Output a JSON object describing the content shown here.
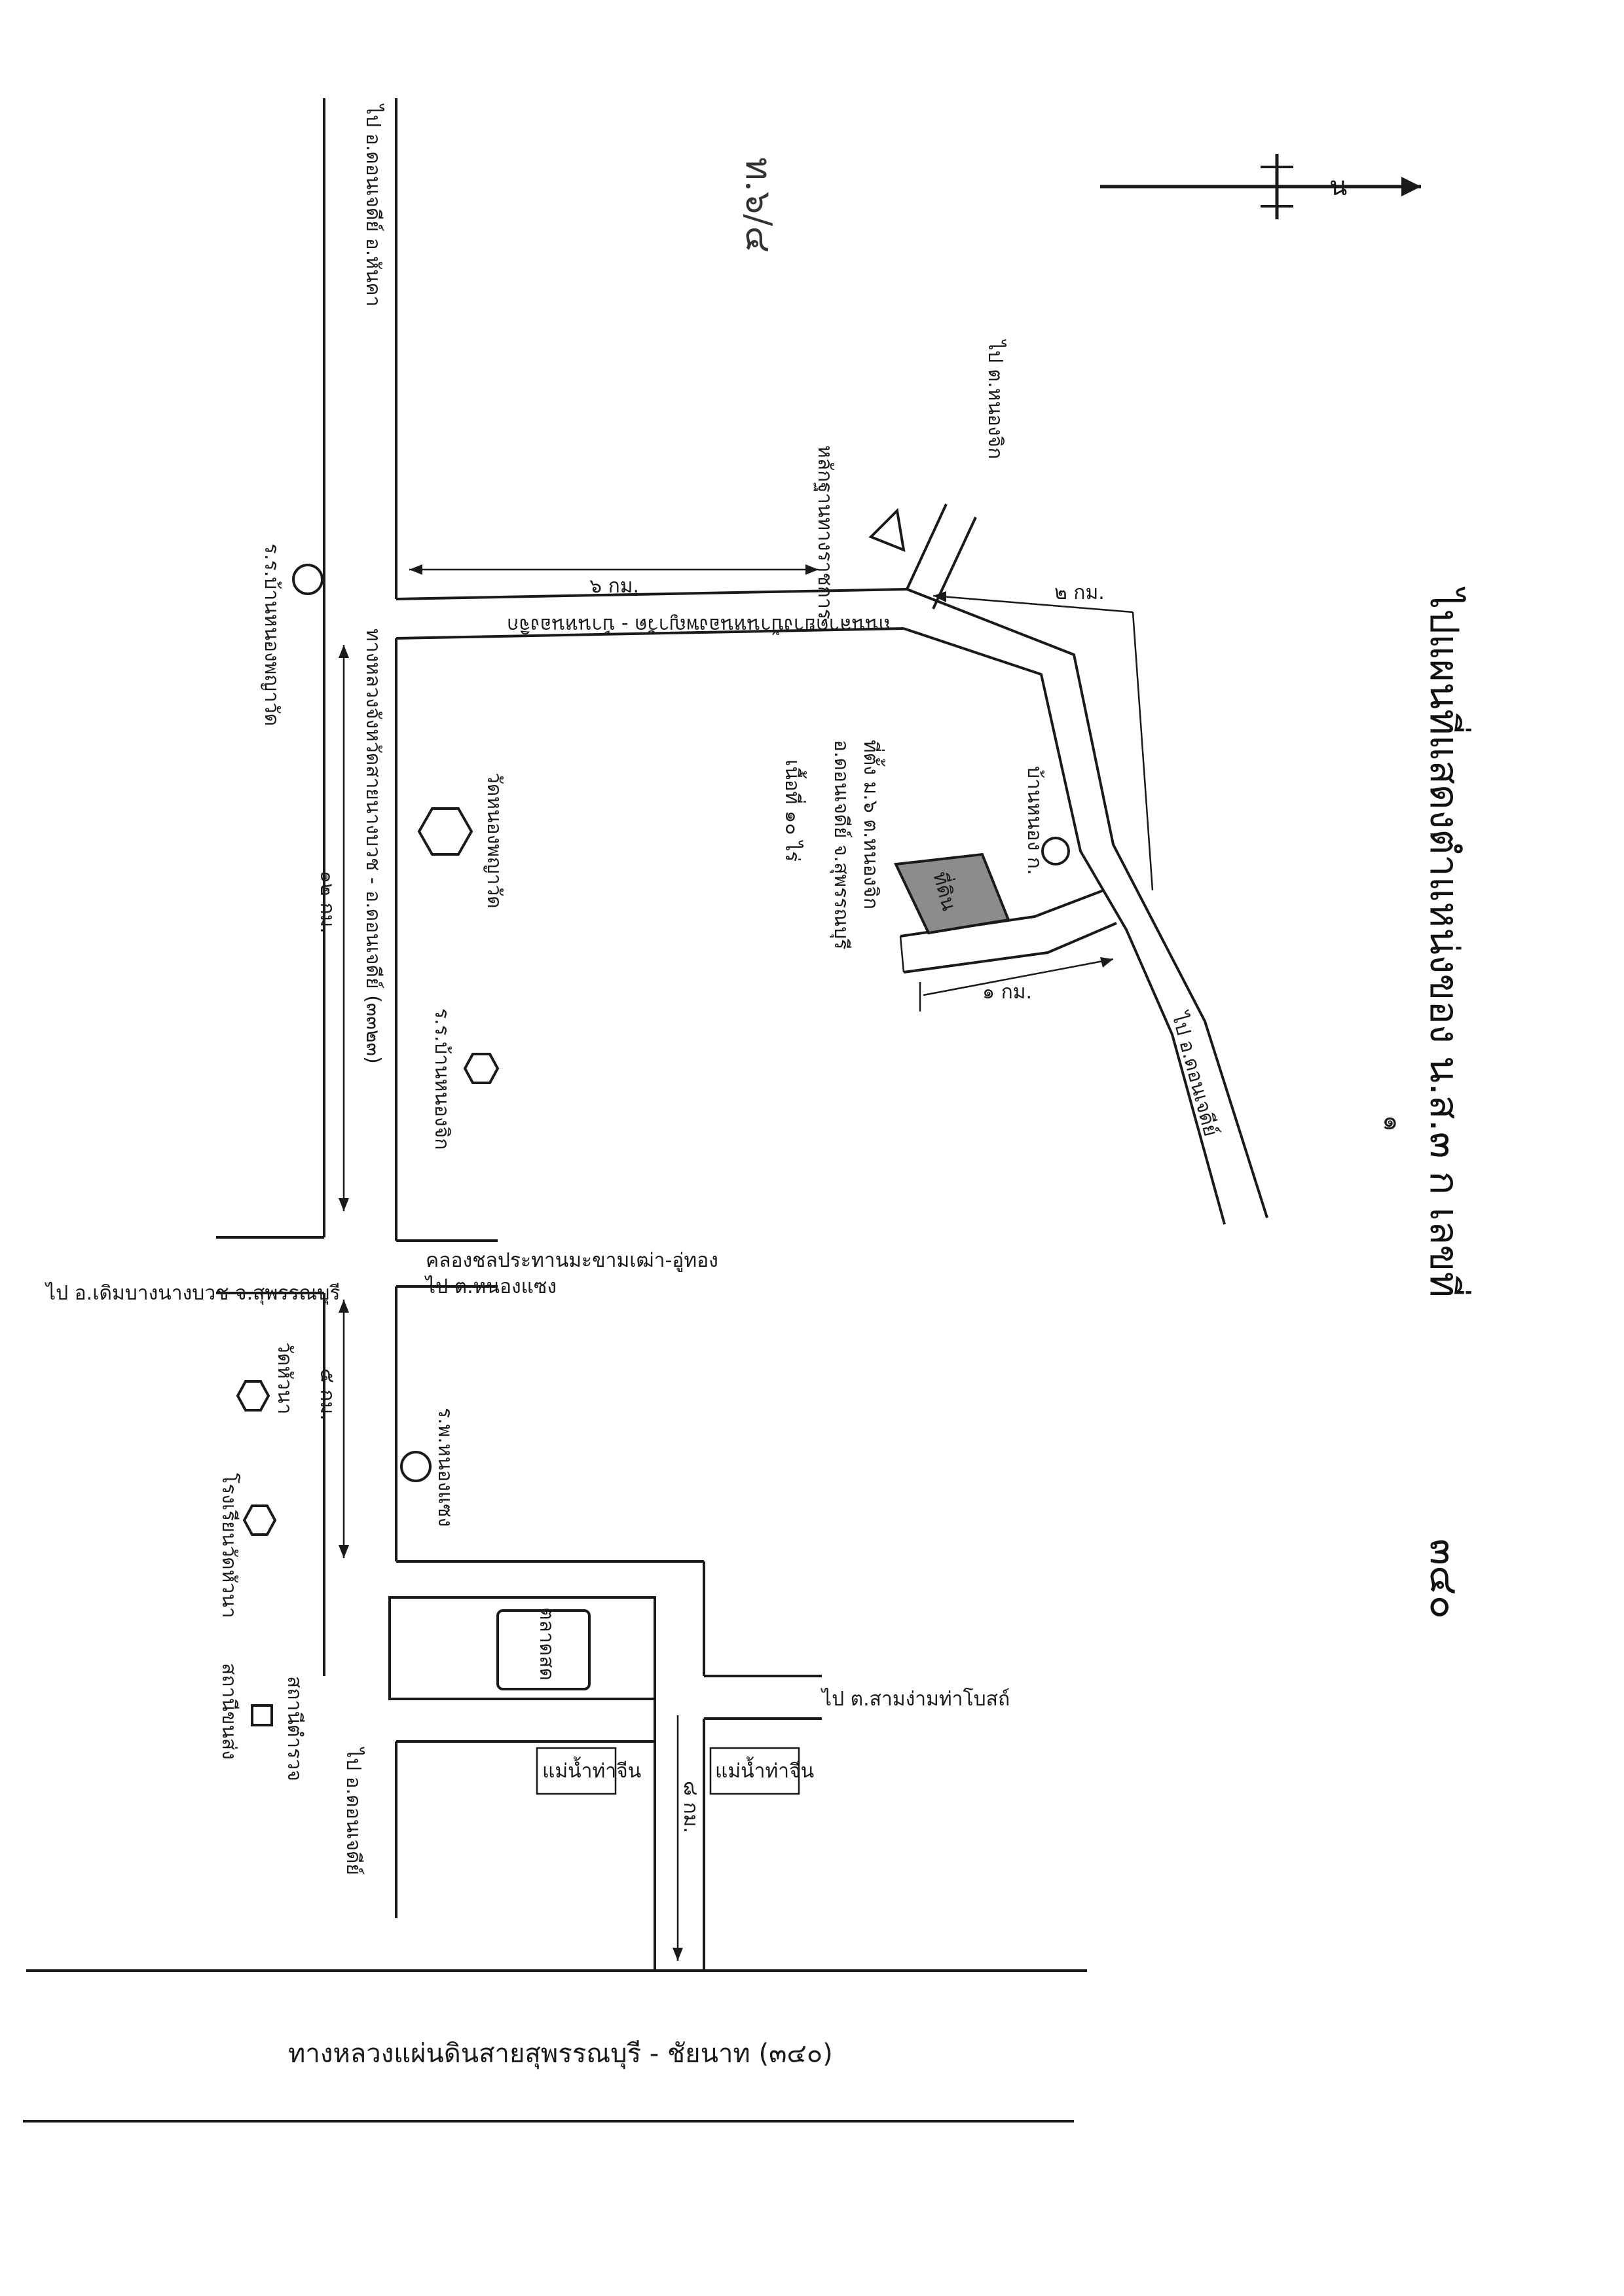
{
  "map": {
    "title_number": "๑",
    "title": "ไปแผนที่แสดงตำแหน่งของ น.ส.๓ ก เลขที่",
    "title_year": "๓๔๐",
    "handwritten_note": "ท.๖/๔",
    "north_symbol": "น",
    "colors": {
      "line": "#1a1a1a",
      "parcel_fill": "#8c8c8c"
    },
    "roads": {
      "highway_bottom": "ทางหลวงแผ่นดินสายสุพรรณบุรี - ชัยนาท (๓๔๐)",
      "main_vertical": "ทางหลวงจังหวัดสายนางบวช - อ.ดอนเจดีย์ (๓๓๒๓)",
      "to_top_left": "ไป อ.ดอนเจดีย์ อ.หันคา",
      "to_left_district": "ไป อ.เดิมบางนางบวช จ.สุพรรณบุรี",
      "canal": "คลองชลประทานมะขามเฒ่า-อู่ทอง",
      "to_nongsaeng": "ไป ต.หนองแซง",
      "upper_branch": "ถนนลาดยางบ้านหนองพญาวัด - บ้านหนองจิก",
      "to_market": "ไป ต.สามง่ามท่าโบสถ์",
      "to_district_bottom": "ไป อ.ดอนเจดีย์",
      "to_right_village": "ไป อ.ดอนเจดีย์",
      "to_top_right": "ไป ต.หนองจิก"
    },
    "distances": {
      "upper": "๖ กม.",
      "right": "๒ กม.",
      "main": "๑๒ กม.",
      "left": "๕ กม.",
      "lower": "๘ กม.",
      "parcel": "๑ กม."
    },
    "landmarks": {
      "school_top": "ร.ร.บ้านหนองพญาวัด",
      "temple_main": "วัดหนองพญาวัด",
      "school_middle": "ร.ร.บ้านหนองจิก",
      "temple_left": "วัดหัวนา",
      "hospital": "ร.พ.หนองแซง",
      "school_left": "โรงเรียนวัดหัวนา",
      "police": "สถานีตำรวจ",
      "bus_station": "สถานีขนส่ง",
      "market_box": "ตลาดสด",
      "shop_left": "แม่น้ำท่าจีน",
      "shop_right": "แม่น้ำท่าจีน",
      "triangle_mark": "หลักฐานทางราชการ",
      "circle_right": "บ้านหนอง ก."
    },
    "parcel": {
      "label": "ที่ดิน",
      "info_line1": "ที่ตั้ง ม.๖ ต.หนองจิก",
      "info_line2": "อ.ดอนเจดีย์ จ.สุพรรณบุรี",
      "info_line3": "เนื้อที่ ๑๐ ไร่"
    }
  }
}
